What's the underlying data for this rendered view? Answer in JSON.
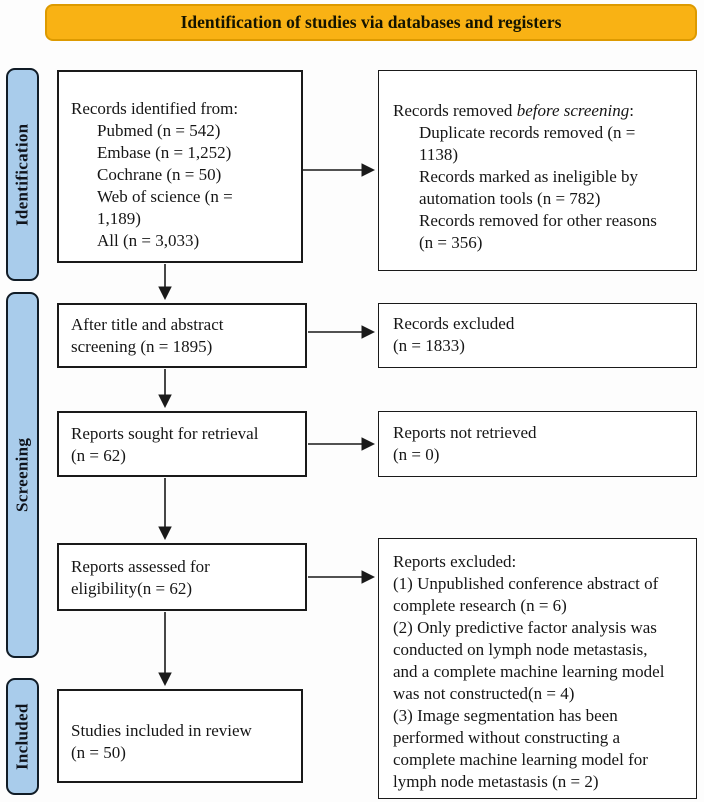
{
  "header": {
    "title": "Identification of studies via databases and registers"
  },
  "stages": [
    {
      "id": "identification",
      "label": "Identification"
    },
    {
      "id": "screening",
      "label": "Screening"
    },
    {
      "id": "included",
      "label": "Included"
    }
  ],
  "boxes": {
    "records_identified": {
      "lines": [
        {
          "t": "Records identified from:",
          "i": 0
        },
        {
          "t": "Pubmed (n = 542)",
          "i": 1
        },
        {
          "t": "Embase (n = 1,252)",
          "i": 1
        },
        {
          "t": "Cochrane (n = 50)",
          "i": 1
        },
        {
          "t": "Web of science (n =",
          "i": 1
        },
        {
          "t": "1,189)",
          "i": 1
        },
        {
          "t": "All (n = 3,033)",
          "i": 1
        }
      ]
    },
    "records_removed": {
      "lines": [
        {
          "t": "Records removed ",
          "i": 0,
          "italic": "before screening",
          "post": ":"
        },
        {
          "t": "Duplicate records removed  (n =",
          "i": 1
        },
        {
          "t": "1138)",
          "i": 1
        },
        {
          "t": "Records marked as ineligible by",
          "i": 1
        },
        {
          "t": "automation tools (n = 782)",
          "i": 1
        },
        {
          "t": "Records removed for other reasons",
          "i": 1
        },
        {
          "t": "(n = 356)",
          "i": 1
        }
      ]
    },
    "title_abstract": {
      "lines": [
        {
          "t": "After title and abstract",
          "i": 0
        },
        {
          "t": "screening (n = 1895)",
          "i": 0
        }
      ]
    },
    "records_excluded": {
      "lines": [
        {
          "t": "Records excluded",
          "i": 0
        },
        {
          "t": "(n = 1833)",
          "i": 0
        }
      ]
    },
    "reports_sought": {
      "lines": [
        {
          "t": "Reports sought for retrieval",
          "i": 0
        },
        {
          "t": "(n = 62)",
          "i": 0
        }
      ]
    },
    "reports_not_retrieved": {
      "lines": [
        {
          "t": "Reports not retrieved",
          "i": 0
        },
        {
          "t": "(n = 0)",
          "i": 0
        }
      ]
    },
    "reports_assessed": {
      "lines": [
        {
          "t": "Reports assessed for",
          "i": 0
        },
        {
          "t": "eligibility(n = 62)",
          "i": 0
        }
      ]
    },
    "reports_excluded": {
      "lines": [
        {
          "t": "Reports excluded:",
          "i": 0
        },
        {
          "t": "(1) Unpublished conference abstract of",
          "i": 0
        },
        {
          "t": "complete research (n = 6)",
          "i": 0
        },
        {
          "t": "(2) Only predictive factor analysis was",
          "i": 0
        },
        {
          "t": "conducted on lymph node metastasis,",
          "i": 0
        },
        {
          "t": "and a complete machine learning model",
          "i": 0
        },
        {
          "t": "was not constructed(n = 4)",
          "i": 0
        },
        {
          "t": "(3) Image segmentation has been",
          "i": 0
        },
        {
          "t": "performed without constructing a",
          "i": 0
        },
        {
          "t": "complete machine learning model for",
          "i": 0
        },
        {
          "t": "lymph node metastasis (n = 2)",
          "i": 0
        }
      ]
    },
    "studies_included": {
      "lines": [
        {
          "t": "Studies included in review",
          "i": 0
        },
        {
          "t": "(n = 50)",
          "i": 0
        }
      ]
    }
  },
  "colors": {
    "header_fill": "#F9B214",
    "header_border": "#DD9A00",
    "stage_fill": "#A9CCEB",
    "stage_border": "#111C26",
    "box_border": "#1A1A1A",
    "arrow": "#1A1A1A"
  }
}
